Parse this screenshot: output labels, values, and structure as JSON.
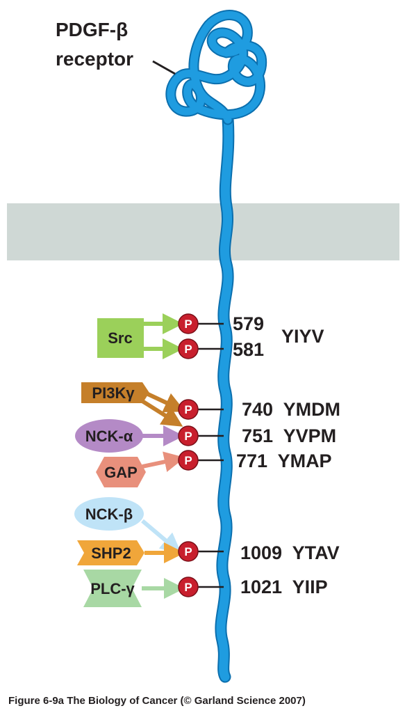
{
  "title_line1": "PDGF-β",
  "title_line2": "receptor",
  "caption": "Figure 6-9a  The Biology of Cancer (© Garland Science 2007)",
  "phospho_label": "P",
  "sites": {
    "s579": {
      "number": "579"
    },
    "s581": {
      "number": "581"
    },
    "yiyv": "YIYV",
    "s740": "740  YMDM",
    "s751": "751  YVPM",
    "s771": "771  YMAP",
    "s1009": "1009  YTAV",
    "s1021": "1021  YIIP"
  },
  "proteins": {
    "src": "Src",
    "pi3k": "PI3Kγ",
    "nck_alpha": "NCK-α",
    "gap": "GAP",
    "nck_beta": "NCK-β",
    "shp2": "SHP2",
    "plc": "PLC-γ"
  },
  "colors": {
    "receptor": "#1f9ce0",
    "membrane": "#cfd8d5",
    "phospho": "#c81f2d",
    "src": "#9bd05a",
    "pi3k": "#c57f2a",
    "nck_alpha": "#b48ac6",
    "gap": "#e8907c",
    "nck_beta": "#bfe3f7",
    "shp2": "#f0a63a",
    "plc": "#a8d8a4"
  }
}
